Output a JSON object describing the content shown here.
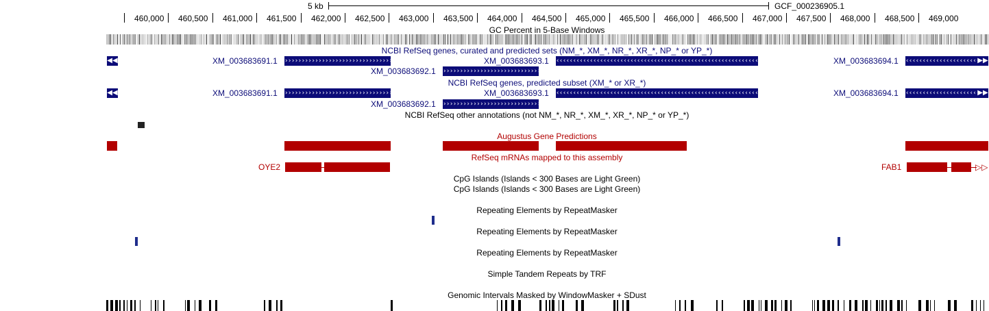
{
  "scale": {
    "length_label": "5 kb",
    "assembly": "GCF_000236905.1"
  },
  "ruler": {
    "ticks": [
      "460,000",
      "460,500",
      "461,000",
      "461,500",
      "462,000",
      "462,500",
      "463,000",
      "463,500",
      "464,000",
      "464,500",
      "465,000",
      "465,500",
      "466,000",
      "466,500",
      "467,000",
      "467,500",
      "468,000",
      "468,500",
      "469,000"
    ]
  },
  "tracks": {
    "gc_percent": {
      "title": "GC Percent in 5-Base Windows"
    },
    "refseq_all": {
      "title": "NCBI RefSeq genes, curated and predicted sets (NM_*, XM_*, NR_*, XR_*, NP_* or YP_*)",
      "genes": [
        "XM_003683691.1",
        "XM_003683693.1",
        "XM_003683694.1",
        "XM_003683692.1"
      ]
    },
    "refseq_predicted": {
      "title": "NCBI RefSeq genes, predicted subset (XM_* or XR_*)",
      "genes": [
        "XM_003683691.1",
        "XM_003683693.1",
        "XM_003683694.1",
        "XM_003683692.1"
      ]
    },
    "refseq_other": {
      "title": "NCBI RefSeq other annotations (not NM_*, NR_*, XM_*, XR_*, NP_* or YP_*)"
    },
    "augustus": {
      "title": "Augustus Gene Predictions"
    },
    "refseq_mrna": {
      "title": "RefSeq mRNAs mapped to this assembly",
      "genes": [
        "OYE2",
        "FAB1"
      ]
    },
    "cpg_1": {
      "title": "CpG Islands (Islands < 300 Bases are Light Green)"
    },
    "cpg_2": {
      "title": "CpG Islands (Islands < 300 Bases are Light Green)"
    },
    "rmsk_1": {
      "title": "Repeating Elements by RepeatMasker"
    },
    "rmsk_2": {
      "title": "Repeating Elements by RepeatMasker"
    },
    "rmsk_3": {
      "title": "Repeating Elements by RepeatMasker"
    },
    "trf": {
      "title": "Simple Tandem Repeats by TRF"
    },
    "windowmasker": {
      "title": "Genomic Intervals Masked by WindowMasker + SDust"
    }
  },
  "colors": {
    "refseq": "#0c0c78",
    "augustus": "#b20000",
    "repeat": "#1f2d8c",
    "gc": "#000000"
  },
  "icons": {
    "left_arrow": "double-left-arrow-icon",
    "right_arrow": "double-right-arrow-icon"
  }
}
